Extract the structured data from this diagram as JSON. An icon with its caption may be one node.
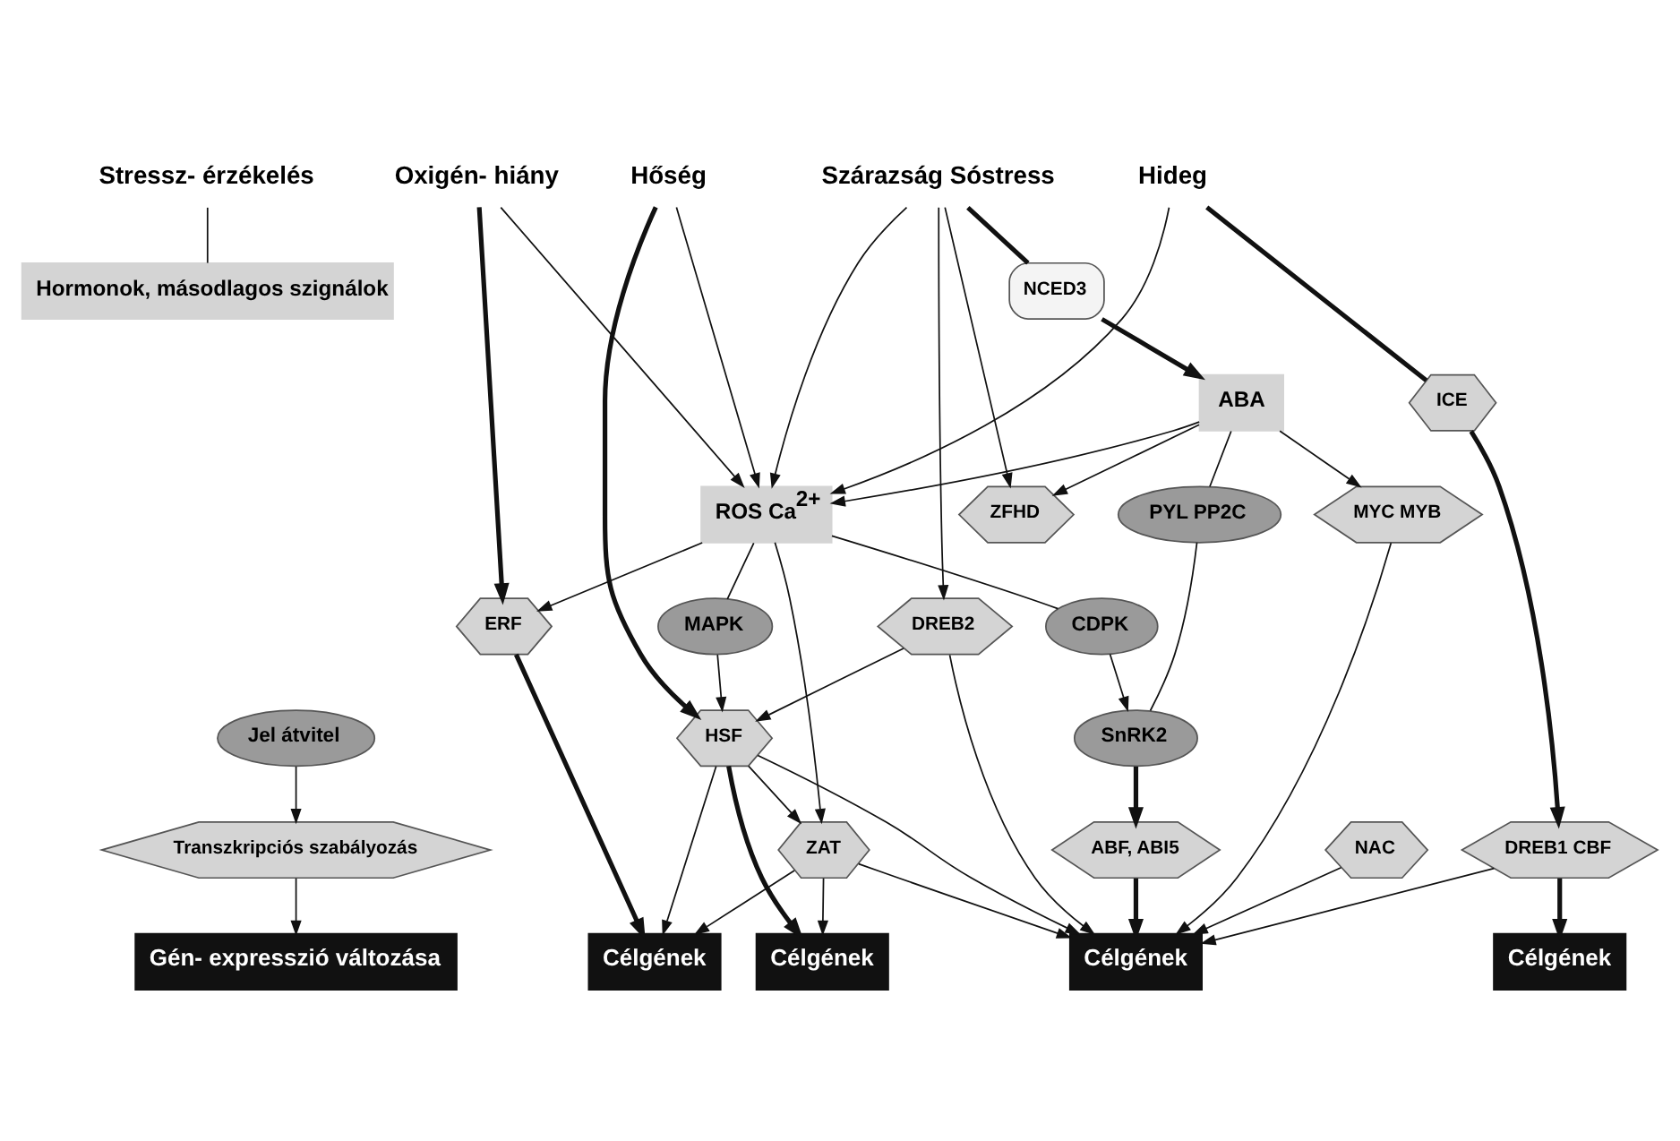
{
  "diagram": {
    "nodes": [
      {
        "text": [
          "Stressz- érzékelés"
        ]
      },
      {
        "text": [
          "Hormonok, másodlagos szignálok"
        ]
      },
      {
        "text": [
          "Jel átvitel"
        ]
      },
      {
        "text": [
          "Transzkripciós szabályozás"
        ]
      },
      {
        "text": [
          "Gén- expresszió változása"
        ]
      },
      {
        "text": [
          "Oxigén- hiány"
        ]
      },
      {
        "text": [
          "Hőség"
        ]
      },
      {
        "text": [
          "Szárazság Sóstress"
        ]
      },
      {
        "text": [
          "Hideg"
        ]
      },
      {
        "text": [
          "NCED3"
        ]
      },
      {
        "text": [
          "ROS Ca$^{2+}$"
        ]
      },
      {
        "text": [
          "ABA"
        ]
      },
      {
        "text": [
          "CDPK"
        ]
      },
      {
        "text": [
          "MAPK"
        ]
      },
      {
        "text": [
          "PYL PP2C"
        ]
      },
      {
        "text": [
          "DREB2"
        ]
      },
      {
        "text": [
          "ICE"
        ]
      },
      {
        "text": [
          "ERF"
        ]
      },
      {
        "text": [
          "HSF"
        ]
      },
      {
        "text": [
          "SnRK2"
        ]
      },
      {
        "text": [
          "ZFHD"
        ]
      },
      {
        "text": [
          "NAC"
        ]
      },
      {
        "text": [
          "ZAT"
        ]
      },
      {
        "text": [
          "MYC MYB"
        ]
      },
      {
        "text": [
          "ABF, ABI5"
        ]
      },
      {
        "text": [
          "DREB1 CBF"
        ]
      },
      {
        "text": [
          "Célgének"
        ]
      },
      {
        "text": [
          "Célgének"
        ]
      },
      {
        "text": [
          "Célgének"
        ]
      },
      {
        "text": [
          "Célgének"
        ]
      }
    ],
    "edges": [
      {
        "from": 0,
        "to": 1,
        "arrow": "none"
      },
      {
        "from": 2,
        "to": 3,
        "arrow": "to"
      },
      {
        "from": 3,
        "to": 4,
        "arrow": "to"
      },
      {
        "from": 5,
        "to": 17,
        "arrow": "to",
        "style": "thick"
      },
      {
        "from": 5,
        "to": 10,
        "arrow": "to"
      },
      {
        "from": 6,
        "to": 18,
        "arrow": "to",
        "style": "thick"
      },
      {
        "from": 6,
        "to": 10,
        "arrow": "to"
      },
      {
        "from": 7,
        "to": 10,
        "arrow": "to"
      },
      {
        "from": 7,
        "to": 9,
        "arrow": "none",
        "style": "thick"
      },
      {
        "from": 7,
        "to": 20,
        "arrow": "to"
      },
      {
        "from": 7,
        "to": 15,
        "arrow": "to"
      },
      {
        "from": 8,
        "to": 10,
        "arrow": "to"
      },
      {
        "from": 8,
        "to": 16,
        "arrow": "none",
        "style": "thick"
      },
      {
        "from": 9,
        "to": 11,
        "arrow": "to",
        "style": "thick"
      },
      {
        "from": 11,
        "to": 10,
        "arrow": "to"
      },
      {
        "from": 11,
        "to": 23,
        "arrow": "to"
      },
      {
        "from": 11,
        "to": 14,
        "arrow": "none"
      },
      {
        "from": 11,
        "to": 20,
        "arrow": "to"
      },
      {
        "from": 10,
        "to": 17,
        "arrow": "to"
      },
      {
        "from": 10,
        "to": 13,
        "arrow": "none"
      },
      {
        "from": 10,
        "to": 22,
        "arrow": "to"
      },
      {
        "from": 10,
        "to": 12,
        "arrow": "none"
      },
      {
        "from": 12,
        "to": 19,
        "arrow": "to"
      },
      {
        "from": 13,
        "to": 18,
        "arrow": "to"
      },
      {
        "from": 14,
        "to": 19,
        "arrow": "none"
      },
      {
        "from": 15,
        "to": 18,
        "arrow": "to"
      },
      {
        "from": 15,
        "to": 28,
        "arrow": "to"
      },
      {
        "from": 16,
        "to": 25,
        "arrow": "to",
        "style": "thick"
      },
      {
        "from": 17,
        "to": 26,
        "arrow": "to",
        "style": "thick"
      },
      {
        "from": 18,
        "to": 22,
        "arrow": "to"
      },
      {
        "from": 18,
        "to": 26,
        "arrow": "to"
      },
      {
        "from": 18,
        "to": 27,
        "arrow": "to",
        "style": "thick"
      },
      {
        "from": 18,
        "to": 28,
        "arrow": "to"
      },
      {
        "from": 19,
        "to": 24,
        "arrow": "to",
        "style": "thick"
      },
      {
        "from": 22,
        "to": 26,
        "arrow": "to"
      },
      {
        "from": 22,
        "to": 27,
        "arrow": "to"
      },
      {
        "from": 22,
        "to": 28,
        "arrow": "to"
      },
      {
        "from": 23,
        "to": 28,
        "arrow": "to"
      },
      {
        "from": 24,
        "to": 28,
        "arrow": "to",
        "style": "thick"
      },
      {
        "from": 21,
        "to": 28,
        "arrow": "to"
      },
      {
        "from": 25,
        "to": 28,
        "arrow": "to"
      },
      {
        "from": 25,
        "to": 29,
        "arrow": "to",
        "style": "thick"
      }
    ]
  }
}
